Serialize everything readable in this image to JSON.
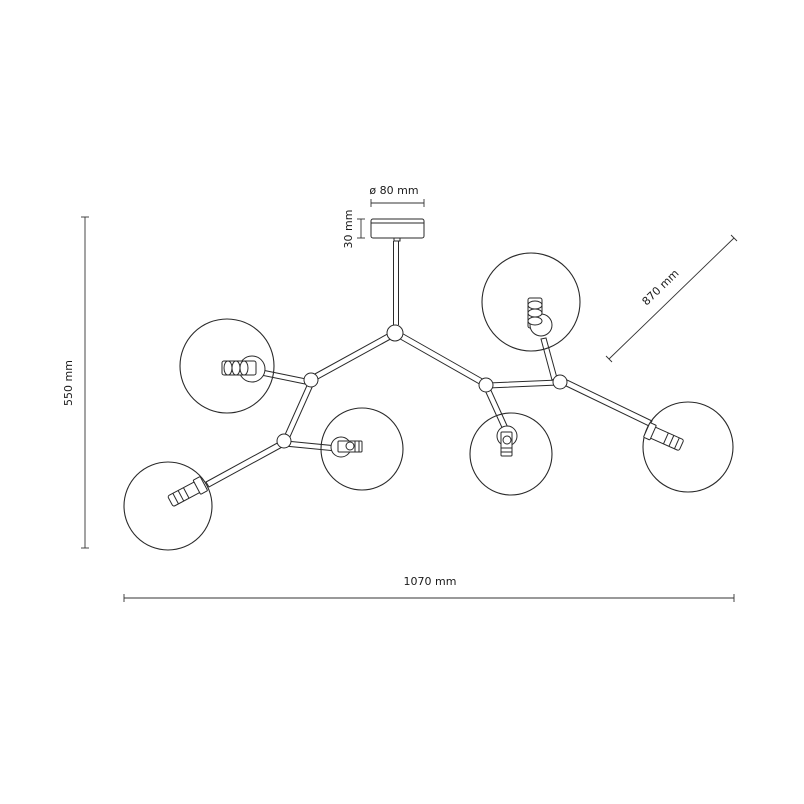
{
  "dimensions": {
    "canopy_diameter": "ø 80 mm",
    "canopy_height": "30 mm",
    "total_height": "550 mm",
    "total_width": "1070 mm",
    "diagonal": "870 mm"
  }
}
